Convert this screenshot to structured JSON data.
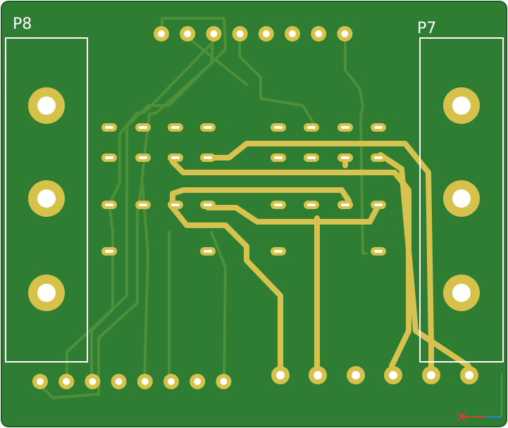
{
  "board": {
    "colors": {
      "substrate": "#2e7d32",
      "substrate_edge": "#1f5f22",
      "copper_trace": "#d7c24f",
      "copper_inner": "#4e8f3a",
      "pad": "#d6c24a",
      "drill": "#ffffff",
      "silkscreen": "#ffffff",
      "axis_x": "#e53935",
      "axis_y": "#43a047",
      "axis_z": "#1e88e5"
    },
    "labels": [
      {
        "id": "P8",
        "text": "P8"
      },
      {
        "id": "P7",
        "text": "P7"
      }
    ],
    "connectors": {
      "top_header_pins": 8,
      "bottom_left_header_pins": 8,
      "bottom_right_header_pins": 6,
      "p8_terminals": 3,
      "p7_terminals": 3
    },
    "axis_icon": "xyz-axis-icon"
  }
}
